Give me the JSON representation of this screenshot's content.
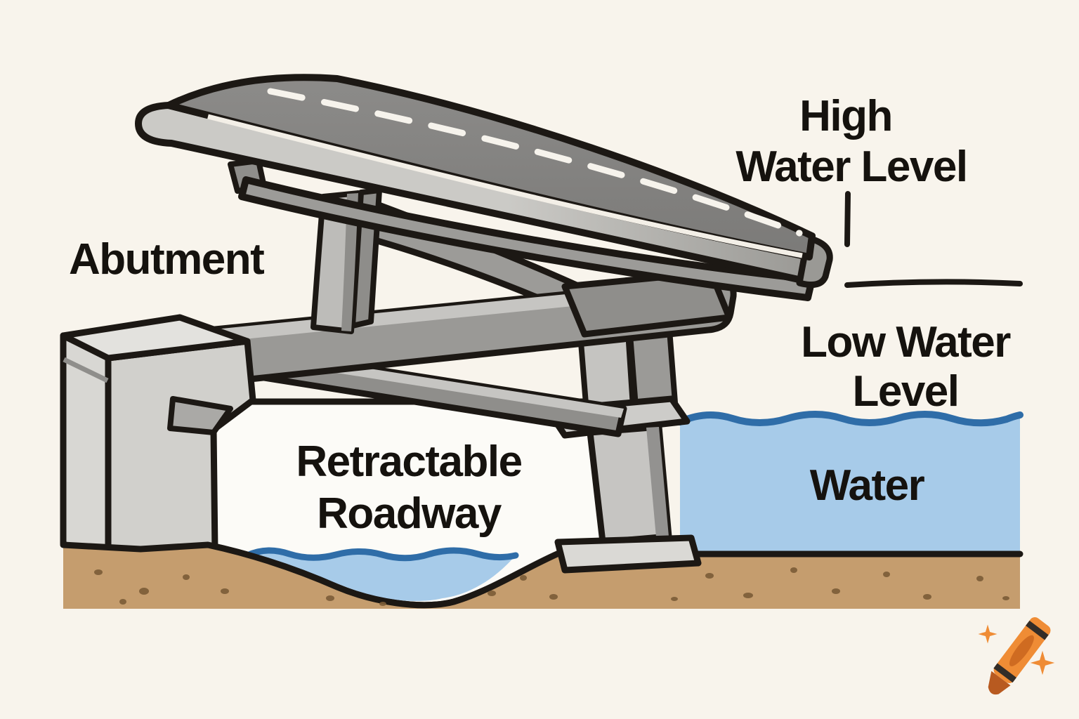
{
  "labels": {
    "high_water": {
      "line1": "High",
      "line2": "Water Level"
    },
    "abutment": "Abutment",
    "low_water": {
      "line1": "Low Water",
      "line2": "Level"
    },
    "retractable": {
      "line1": "Retractable",
      "line2": "Roadway"
    },
    "water": "Water"
  },
  "icons": {
    "watermark": "crayon-icon",
    "decoration": "sparkle-icon"
  },
  "colors": {
    "background": "#f8f4ec",
    "outline": "#1c1814",
    "text": "#15120e",
    "road": "#7b7a78",
    "road_light": "#8c8b89",
    "stripe": "#f3efe7",
    "dash": "#f6f3ec",
    "fascia_light": "#cbcac6",
    "fascia_dark": "#9a9995",
    "girder": "#9c9b98",
    "beam": "#9a9996",
    "beam_light": "#c6c5c2",
    "beam_dark": "#8f8e8b",
    "strut": "#bdbcb9",
    "strut_dark": "#8e8d8a",
    "concrete_top": "#e3e2de",
    "concrete_front": "#d1d0cc",
    "concrete_side": "#d8d7d3",
    "ledge": "#aaa9a6",
    "pier_cap": "#cdccc9",
    "pier_body": "#c6c5c2",
    "pier_shade": "#939290",
    "post_front": "#c5c4c1",
    "post_back": "#9b9a97",
    "footing": "#dad9d5",
    "basin": "#fcfbf7",
    "water": "#a7cbe9",
    "water_line": "#2f6da8",
    "ground": "#c59d6e",
    "speckle": "#7b5c37",
    "crayon_body": "#ef8c35",
    "crayon_tip": "#b85a20",
    "crayon_stripe": "#332d28",
    "crayon_detail": "#cf6b21"
  }
}
